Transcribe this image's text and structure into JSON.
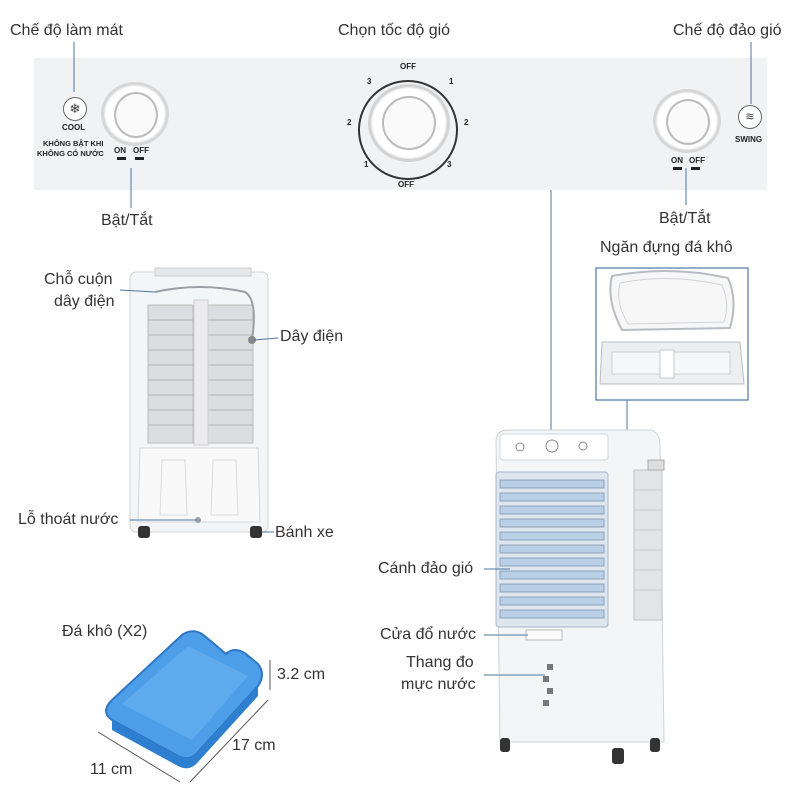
{
  "control_panel": {
    "cool_mode_label": "Chế độ làm mát",
    "wind_speed_label": "Chọn tốc độ gió",
    "swing_mode_label": "Chế độ đảo gió",
    "cool_text": "COOL",
    "warning_line1": "KHÔNG BẬT KHI",
    "warning_line2": "KHÔNG CÓ NƯỚC",
    "on": "ON",
    "off": "OFF",
    "swing_text": "SWING",
    "speed_marks": [
      "1",
      "2",
      "3"
    ],
    "power_left_label": "Bật/Tắt",
    "power_right_label": "Bật/Tắt"
  },
  "back_view": {
    "cord_winder_line1": "Chỗ cuộn",
    "cord_winder_line2": "dây điện",
    "power_cord": "Dây điện",
    "drain_hole": "Lỗ thoát nước",
    "wheels": "Bánh xe"
  },
  "ice_compartment": {
    "label": "Ngăn đựng đá khô"
  },
  "front_view": {
    "louvers": "Cánh đảo gió",
    "water_door": "Cửa đổ nước",
    "water_gauge_line1": "Thang đo",
    "water_gauge_line2": "mực nước"
  },
  "ice_pack": {
    "label": "Đá khô (X2)",
    "height": "3.2 cm",
    "length": "17 cm",
    "width": "11 cm"
  },
  "colors": {
    "ice_blue": "#4d9ee8",
    "louver_blue": "#b9cfe6",
    "line": "#4a77a8"
  }
}
